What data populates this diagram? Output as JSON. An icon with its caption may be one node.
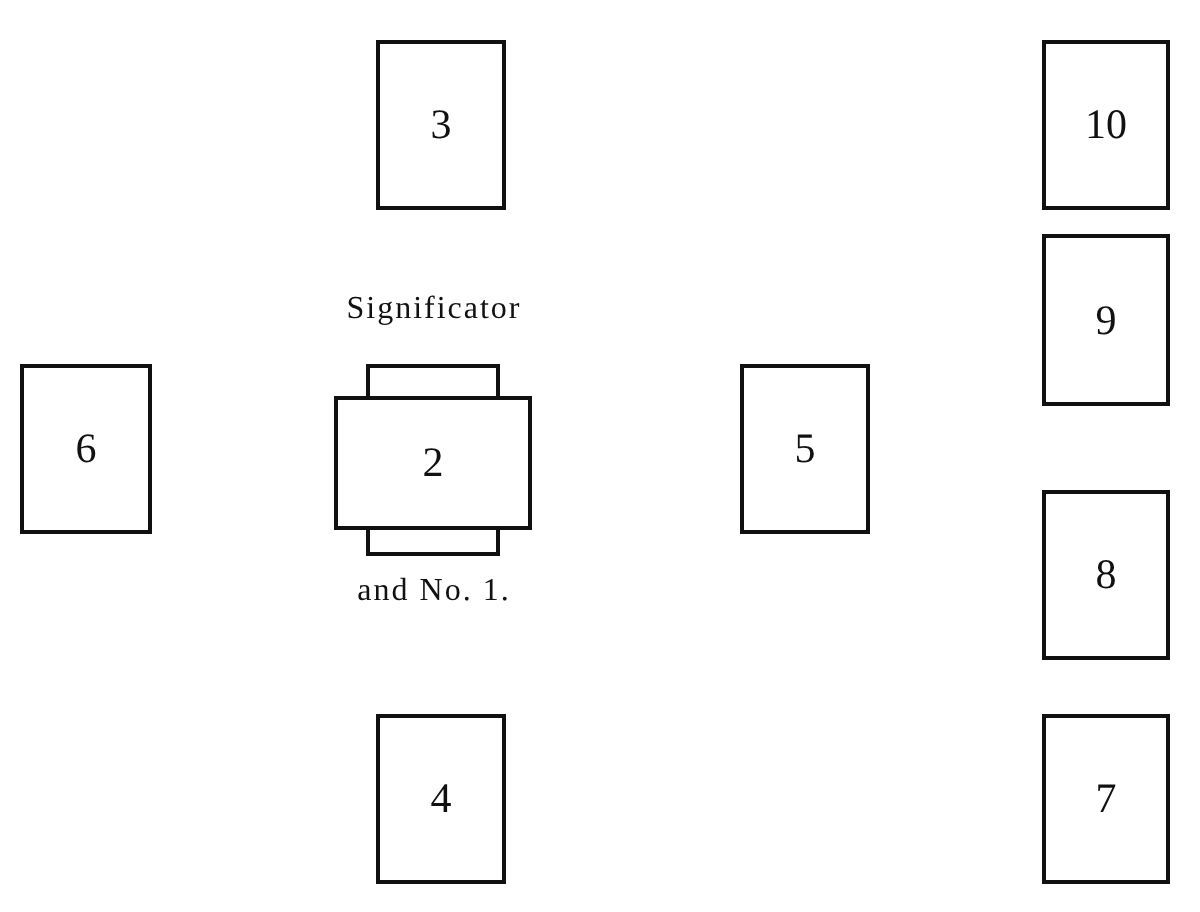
{
  "diagram": {
    "nodes": [
      {
        "text": [
          "3"
        ]
      },
      {
        "text": [
          "10"
        ]
      },
      {
        "text": [
          "9"
        ]
      },
      {
        "text": [],
        "shape": "box",
        "beside": [
          "Significator"
        ]
      },
      {
        "text": [
          "6"
        ]
      },
      {
        "text": [
          "2"
        ]
      },
      {
        "text": [
          "5"
        ]
      },
      {
        "text": [],
        "shape": "box",
        "beside": [
          "and No. 1."
        ]
      },
      {
        "text": [
          "8"
        ]
      },
      {
        "text": [
          "4"
        ]
      },
      {
        "text": [
          "7"
        ]
      }
    ]
  }
}
